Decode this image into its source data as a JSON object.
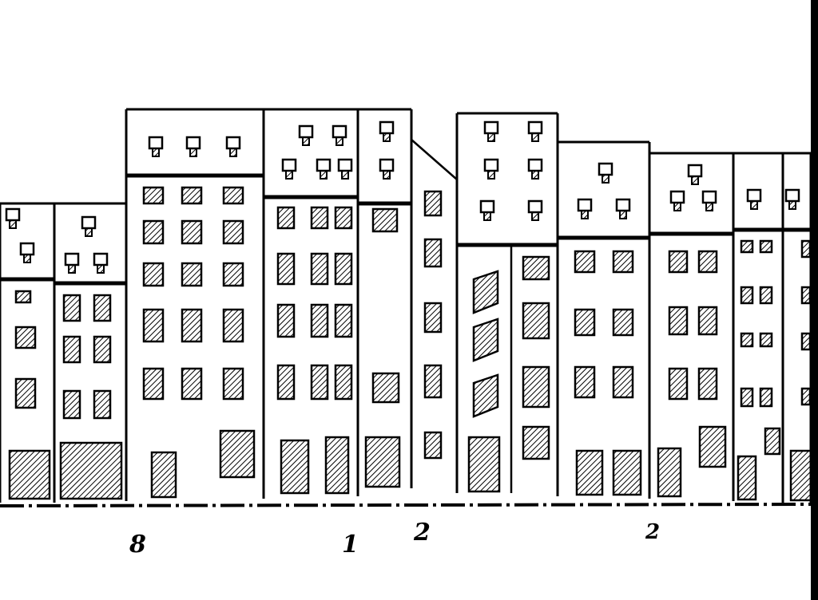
{
  "sketch": {
    "labels": [
      "8",
      "1",
      "2",
      "2"
    ],
    "colors": {
      "ink": "#000000",
      "paper": "#ffffff"
    }
  }
}
